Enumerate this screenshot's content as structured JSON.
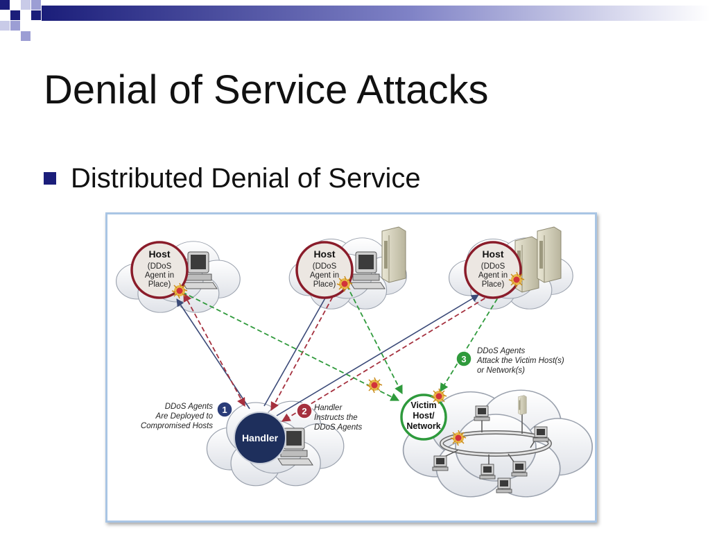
{
  "slide": {
    "title": "Denial of Service Attacks",
    "bullet": "Distributed Denial of Service"
  },
  "colors": {
    "accent_navy": "#1b1e7a",
    "square_light": "#9c9ed4",
    "diagram_frame": "#a9c5e4",
    "host_ring": "#8a1c2a",
    "victim_ring": "#2e9a3c",
    "handler_fill": "#1e2f5c",
    "deploy_arrow": "#3b4a78",
    "instruct_arrow": "#a5303e",
    "attack_arrow": "#2f9a3c"
  },
  "diagram": {
    "hosts": [
      {
        "name": "Host",
        "detail": [
          "(DDoS",
          "Agent in",
          "Place)"
        ]
      },
      {
        "name": "Host",
        "detail": [
          "(DDoS",
          "Agent in",
          "Place)"
        ]
      },
      {
        "name": "Host",
        "detail": [
          "(DDoS",
          "Agent in",
          "Place)"
        ]
      }
    ],
    "handler": {
      "label": "Handler"
    },
    "victim": {
      "lines": [
        "Victim",
        "Host/",
        "Network"
      ]
    },
    "steps": [
      {
        "number": "1",
        "lines": [
          "DDoS Agents",
          "Are Deployed to",
          "Compromised Hosts"
        ]
      },
      {
        "number": "2",
        "lines": [
          "Handler",
          "Instructs the",
          "DDoS Agents"
        ]
      },
      {
        "number": "3",
        "lines": [
          "DDoS Agents",
          "Attack the Victim Host(s)",
          "or Network(s)"
        ]
      }
    ]
  }
}
